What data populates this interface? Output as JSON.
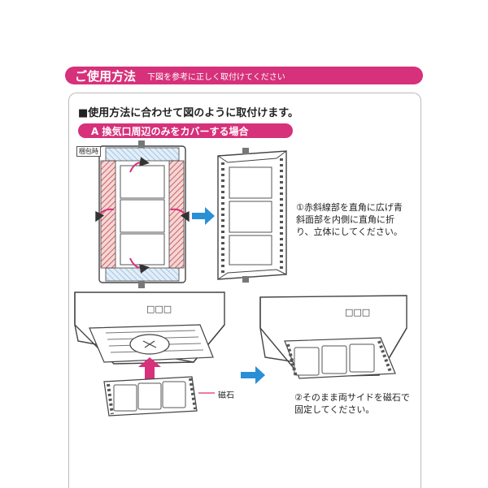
{
  "header": {
    "title": "ご使用方法",
    "subtitle": "下図を参考に正しく取付けてください"
  },
  "main": {
    "heading": "■使用方法に合わせて図のように取付けます。",
    "section_label": "A 換気口周辺のみをカバーする場合",
    "packed_tag": "梱包時",
    "step1_caption": "①赤斜線部を直角に広げ青斜面部を内側に直角に折り、立体にしてください。",
    "step2_caption": "②そのまま両サイドを磁石で固定してください。",
    "magnet_label": "磁石",
    "hood_label": "□□□"
  },
  "colors": {
    "accent": "#d6317a",
    "arrow": "#2b8fd6",
    "red_hatch": "#c94040",
    "blue_hatch": "#8cb4d8",
    "line": "#444444"
  }
}
